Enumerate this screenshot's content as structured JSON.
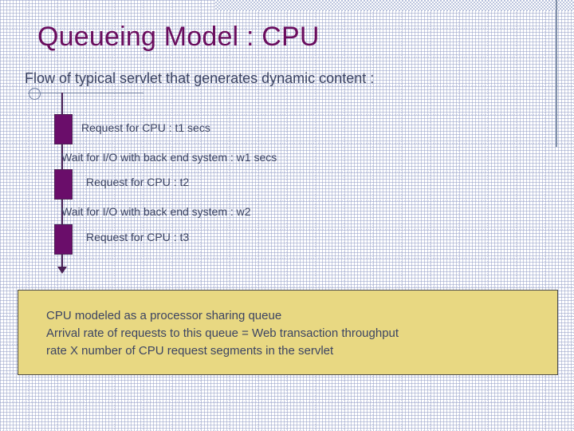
{
  "slide": {
    "title": "Queueing Model : CPU",
    "subtitle": "Flow of typical servlet that generates dynamic content :"
  },
  "diagram": {
    "steps": [
      {
        "kind": "cpu",
        "label": "Request for CPU  : t1 secs"
      },
      {
        "kind": "wait",
        "label": "Wait for I/O with back end system : w1 secs"
      },
      {
        "kind": "cpu",
        "label": "Request for CPU : t2"
      },
      {
        "kind": "wait",
        "label": "Wait for I/O with back end system : w2"
      },
      {
        "kind": "cpu",
        "label": "Request for CPU : t3"
      }
    ],
    "colors": {
      "cpu_block": "#6a0d6a",
      "spine": "#4a2054",
      "text": "#3c4463"
    }
  },
  "note": {
    "lines": [
      "CPU modeled as a processor sharing queue",
      "Arrival rate of requests to this queue = Web transaction throughput",
      "rate   X  number of CPU request segments in the servlet"
    ],
    "background": "#e8d882"
  },
  "theme": {
    "title_color": "#6a0d5e",
    "body_color": "#3c4463",
    "grid_color": "#a5acd2",
    "band_color": "#b9c2dd"
  }
}
